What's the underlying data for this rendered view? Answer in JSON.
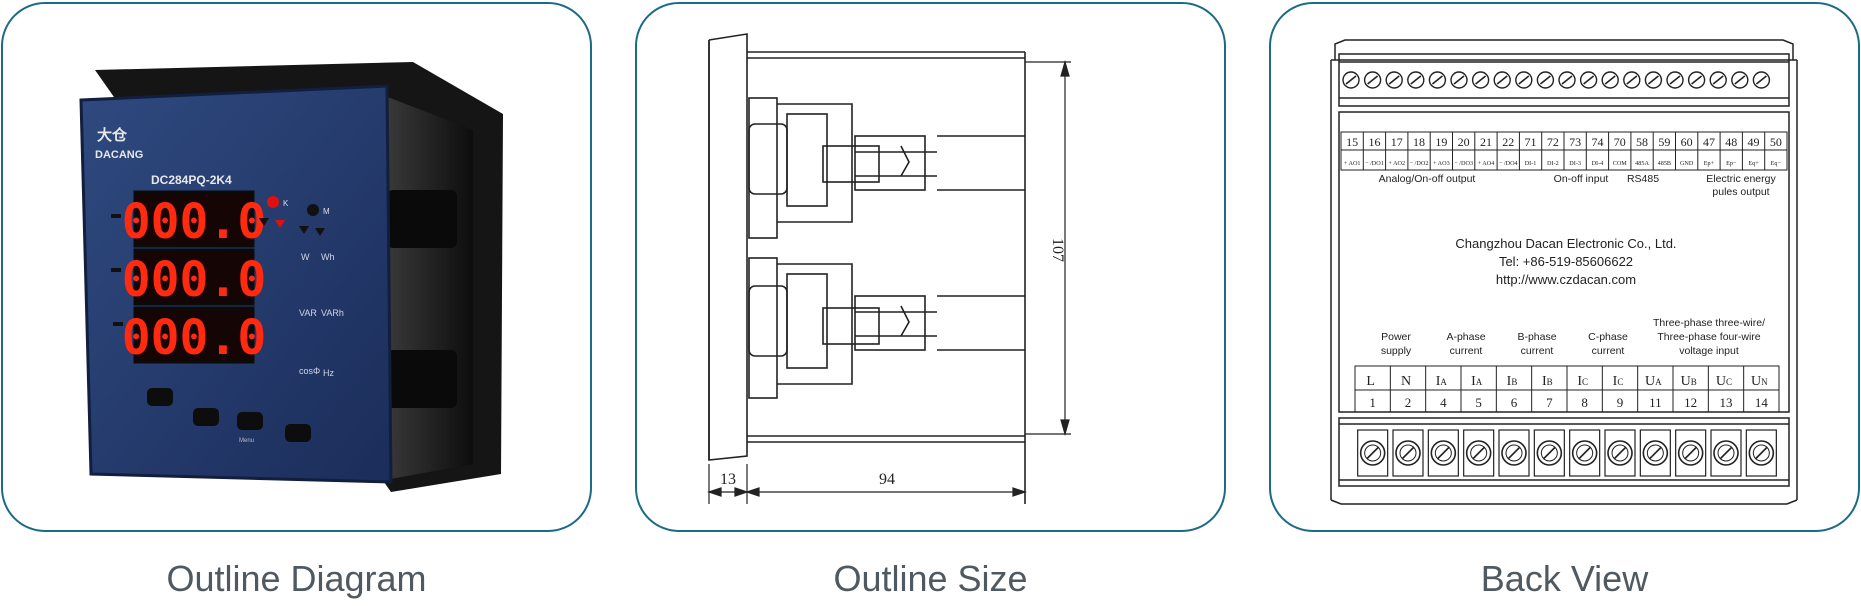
{
  "captions": {
    "outline_diagram": "Outline Diagram",
    "outline_size": "Outline Size",
    "back_view": "Back View"
  },
  "device": {
    "brand_cn": "大仓",
    "brand_en": "DACANG",
    "model": "DC284PQ-2K4",
    "display_rows": [
      "000.0",
      "000.0",
      "000.0"
    ],
    "indicator_k": "K",
    "indicator_m": "M",
    "units": {
      "w": "W",
      "wh": "Wh",
      "var": "VAR",
      "varh": "VARh",
      "cos": "cosΦ",
      "hz": "Hz"
    },
    "key_labels": [
      "",
      "",
      "Menu",
      ""
    ],
    "colors": {
      "panel": "#233a6e",
      "digits": "#ff2a10",
      "accent": "#e01010"
    }
  },
  "outline_size": {
    "depth": "94",
    "front_thickness": "13",
    "height": "107"
  },
  "back_view": {
    "top_terminals": [
      "15",
      "16",
      "17",
      "18",
      "19",
      "20",
      "21",
      "22",
      "71",
      "72",
      "73",
      "74",
      "70",
      "58",
      "59",
      "60",
      "47",
      "48",
      "49",
      "50"
    ],
    "top_signals": [
      "+ AO1",
      "− /DO1",
      "+ AO2",
      "− /DO2",
      "+ AO3",
      "− /DO3",
      "+ AO4",
      "− /DO4",
      "DI-1",
      "DI-2",
      "DI-3",
      "DI-4",
      "COM",
      "485A",
      "485B",
      "GND",
      "Ep+",
      "Ep−",
      "Eq+",
      "Eq−"
    ],
    "group_analog": "Analog/On-off output",
    "group_onoff": "On-off input",
    "group_rs485": "RS485",
    "group_energy_1": "Electric energy",
    "group_energy_2": "pules output",
    "company": "Changzhou Dacan Electronic Co., Ltd.",
    "tel": "Tel: +86-519-85606622",
    "website": "http://www.czdacan.com",
    "power_1": "Power",
    "power_2": "supply",
    "a_phase_1": "A-phase",
    "a_phase_2": "current",
    "b_phase_1": "B-phase",
    "b_phase_2": "current",
    "c_phase_1": "C-phase",
    "c_phase_2": "current",
    "voltage_1": "Three-phase three-wire/",
    "voltage_2": "Three-phase four-wire",
    "voltage_3": "voltage input",
    "bottom_signals": [
      "L",
      "N",
      "I",
      "I",
      "I",
      "I",
      "I",
      "I",
      "U",
      "U",
      "U",
      "U"
    ],
    "bottom_subs": [
      "",
      "",
      "A",
      "A",
      "B",
      "B",
      "C",
      "C",
      "A",
      "B",
      "C",
      "N"
    ],
    "bottom_terminals": [
      "1",
      "2",
      "4",
      "5",
      "6",
      "7",
      "8",
      "9",
      "11",
      "12",
      "13",
      "14"
    ]
  }
}
